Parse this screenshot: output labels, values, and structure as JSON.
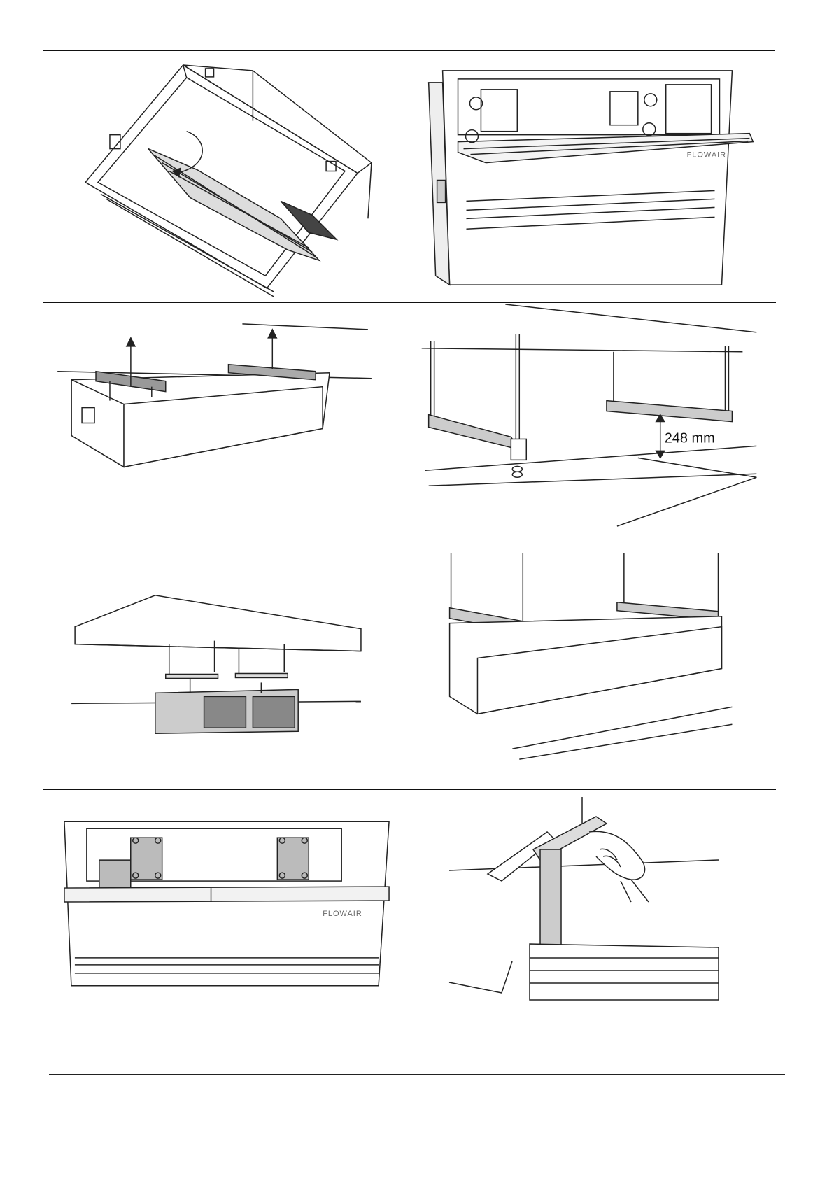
{
  "panels": [
    {
      "id": "panel-1",
      "content": "unit-tilted-grille-open"
    },
    {
      "id": "panel-2",
      "content": "unit-front-grille-open-screws"
    },
    {
      "id": "panel-3",
      "content": "unit-brackets-lifted"
    },
    {
      "id": "panel-4",
      "content": "brackets-suspended-rods"
    },
    {
      "id": "panel-5",
      "content": "unit-raised-into-ceiling"
    },
    {
      "id": "panel-6",
      "content": "unit-mounted-on-brackets"
    },
    {
      "id": "panel-7",
      "content": "unit-front-screws"
    },
    {
      "id": "panel-8",
      "content": "hand-tightening-bracket"
    }
  ],
  "dimension": {
    "value": "248 mm"
  },
  "brand": {
    "logo_text": "FLOWAIR",
    "logo_text_2": "FLOWAIR"
  }
}
